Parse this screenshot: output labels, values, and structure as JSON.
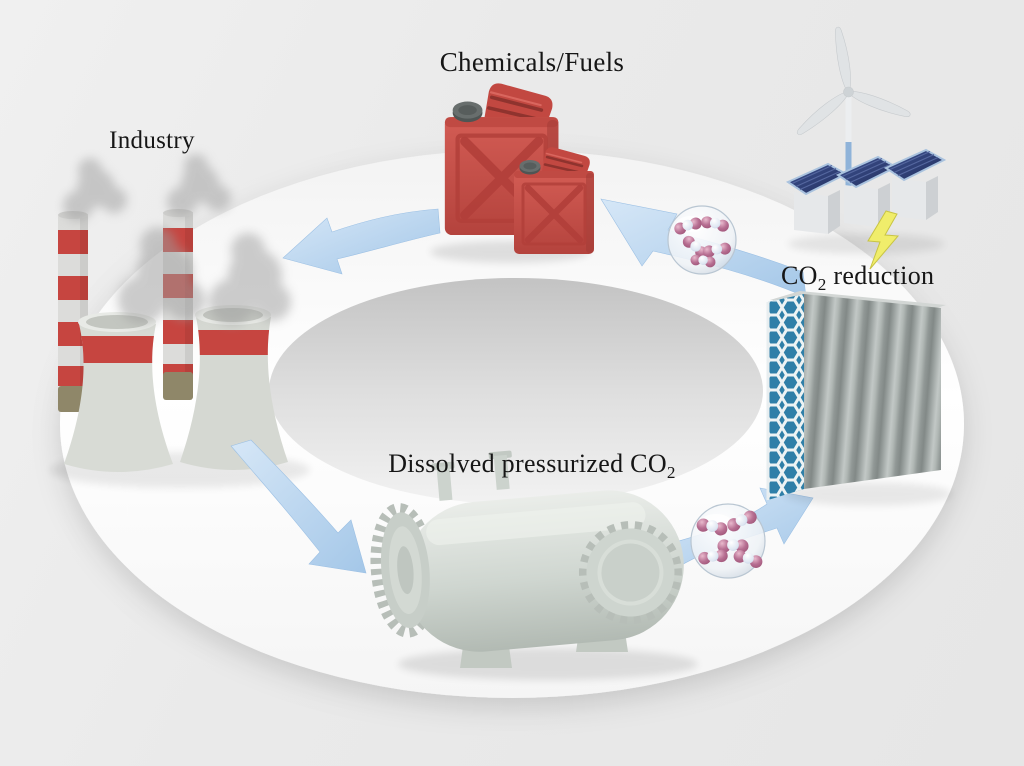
{
  "labels": {
    "industry": "Industry",
    "chemicals_fuels": "Chemicals/Fuels",
    "co2_reduction": {
      "pre": "CO",
      "sub": "2",
      "post": " reduction"
    },
    "dissolved_co2": {
      "pre": "Dissolved pressurized CO",
      "sub": "2",
      "post": ""
    }
  },
  "cycle": {
    "stages": [
      "Industry",
      "Dissolved pressurized CO2",
      "CO2 reduction",
      "Chemicals/Fuels"
    ],
    "flow": [
      {
        "from": "Industry",
        "to": "Dissolved pressurized CO2"
      },
      {
        "from": "Dissolved pressurized CO2",
        "to": "CO2 reduction"
      },
      {
        "from": "CO2 reduction",
        "to": "Chemicals/Fuels"
      },
      {
        "from": "Chemicals/Fuels",
        "to": "Industry"
      }
    ]
  },
  "scene_objects": [
    "cycle-ring",
    "smokestacks",
    "cooling-towers",
    "smoke-plumes",
    "jerrycans",
    "wind-turbine",
    "solar-panels",
    "lightning-bolt",
    "electrolyzer-block",
    "catalyst-lattice",
    "pressure-vessel",
    "co2-molecule-bubbles",
    "flow-arrows"
  ],
  "colors": {
    "background": "#e9e9e9",
    "ring": "#fbfbfb",
    "arrow_blue": "#b7d2ec",
    "jerrycan_red": "#cd4f48",
    "stripe_red": "#c64540",
    "lightning_yellow": "#efec67",
    "catalyst_blue": "#2f7fa8",
    "solar_panel_navy": "#2e3e72",
    "molecule_pink": "#b05f85",
    "tank_gray": "#cfd6d0"
  }
}
